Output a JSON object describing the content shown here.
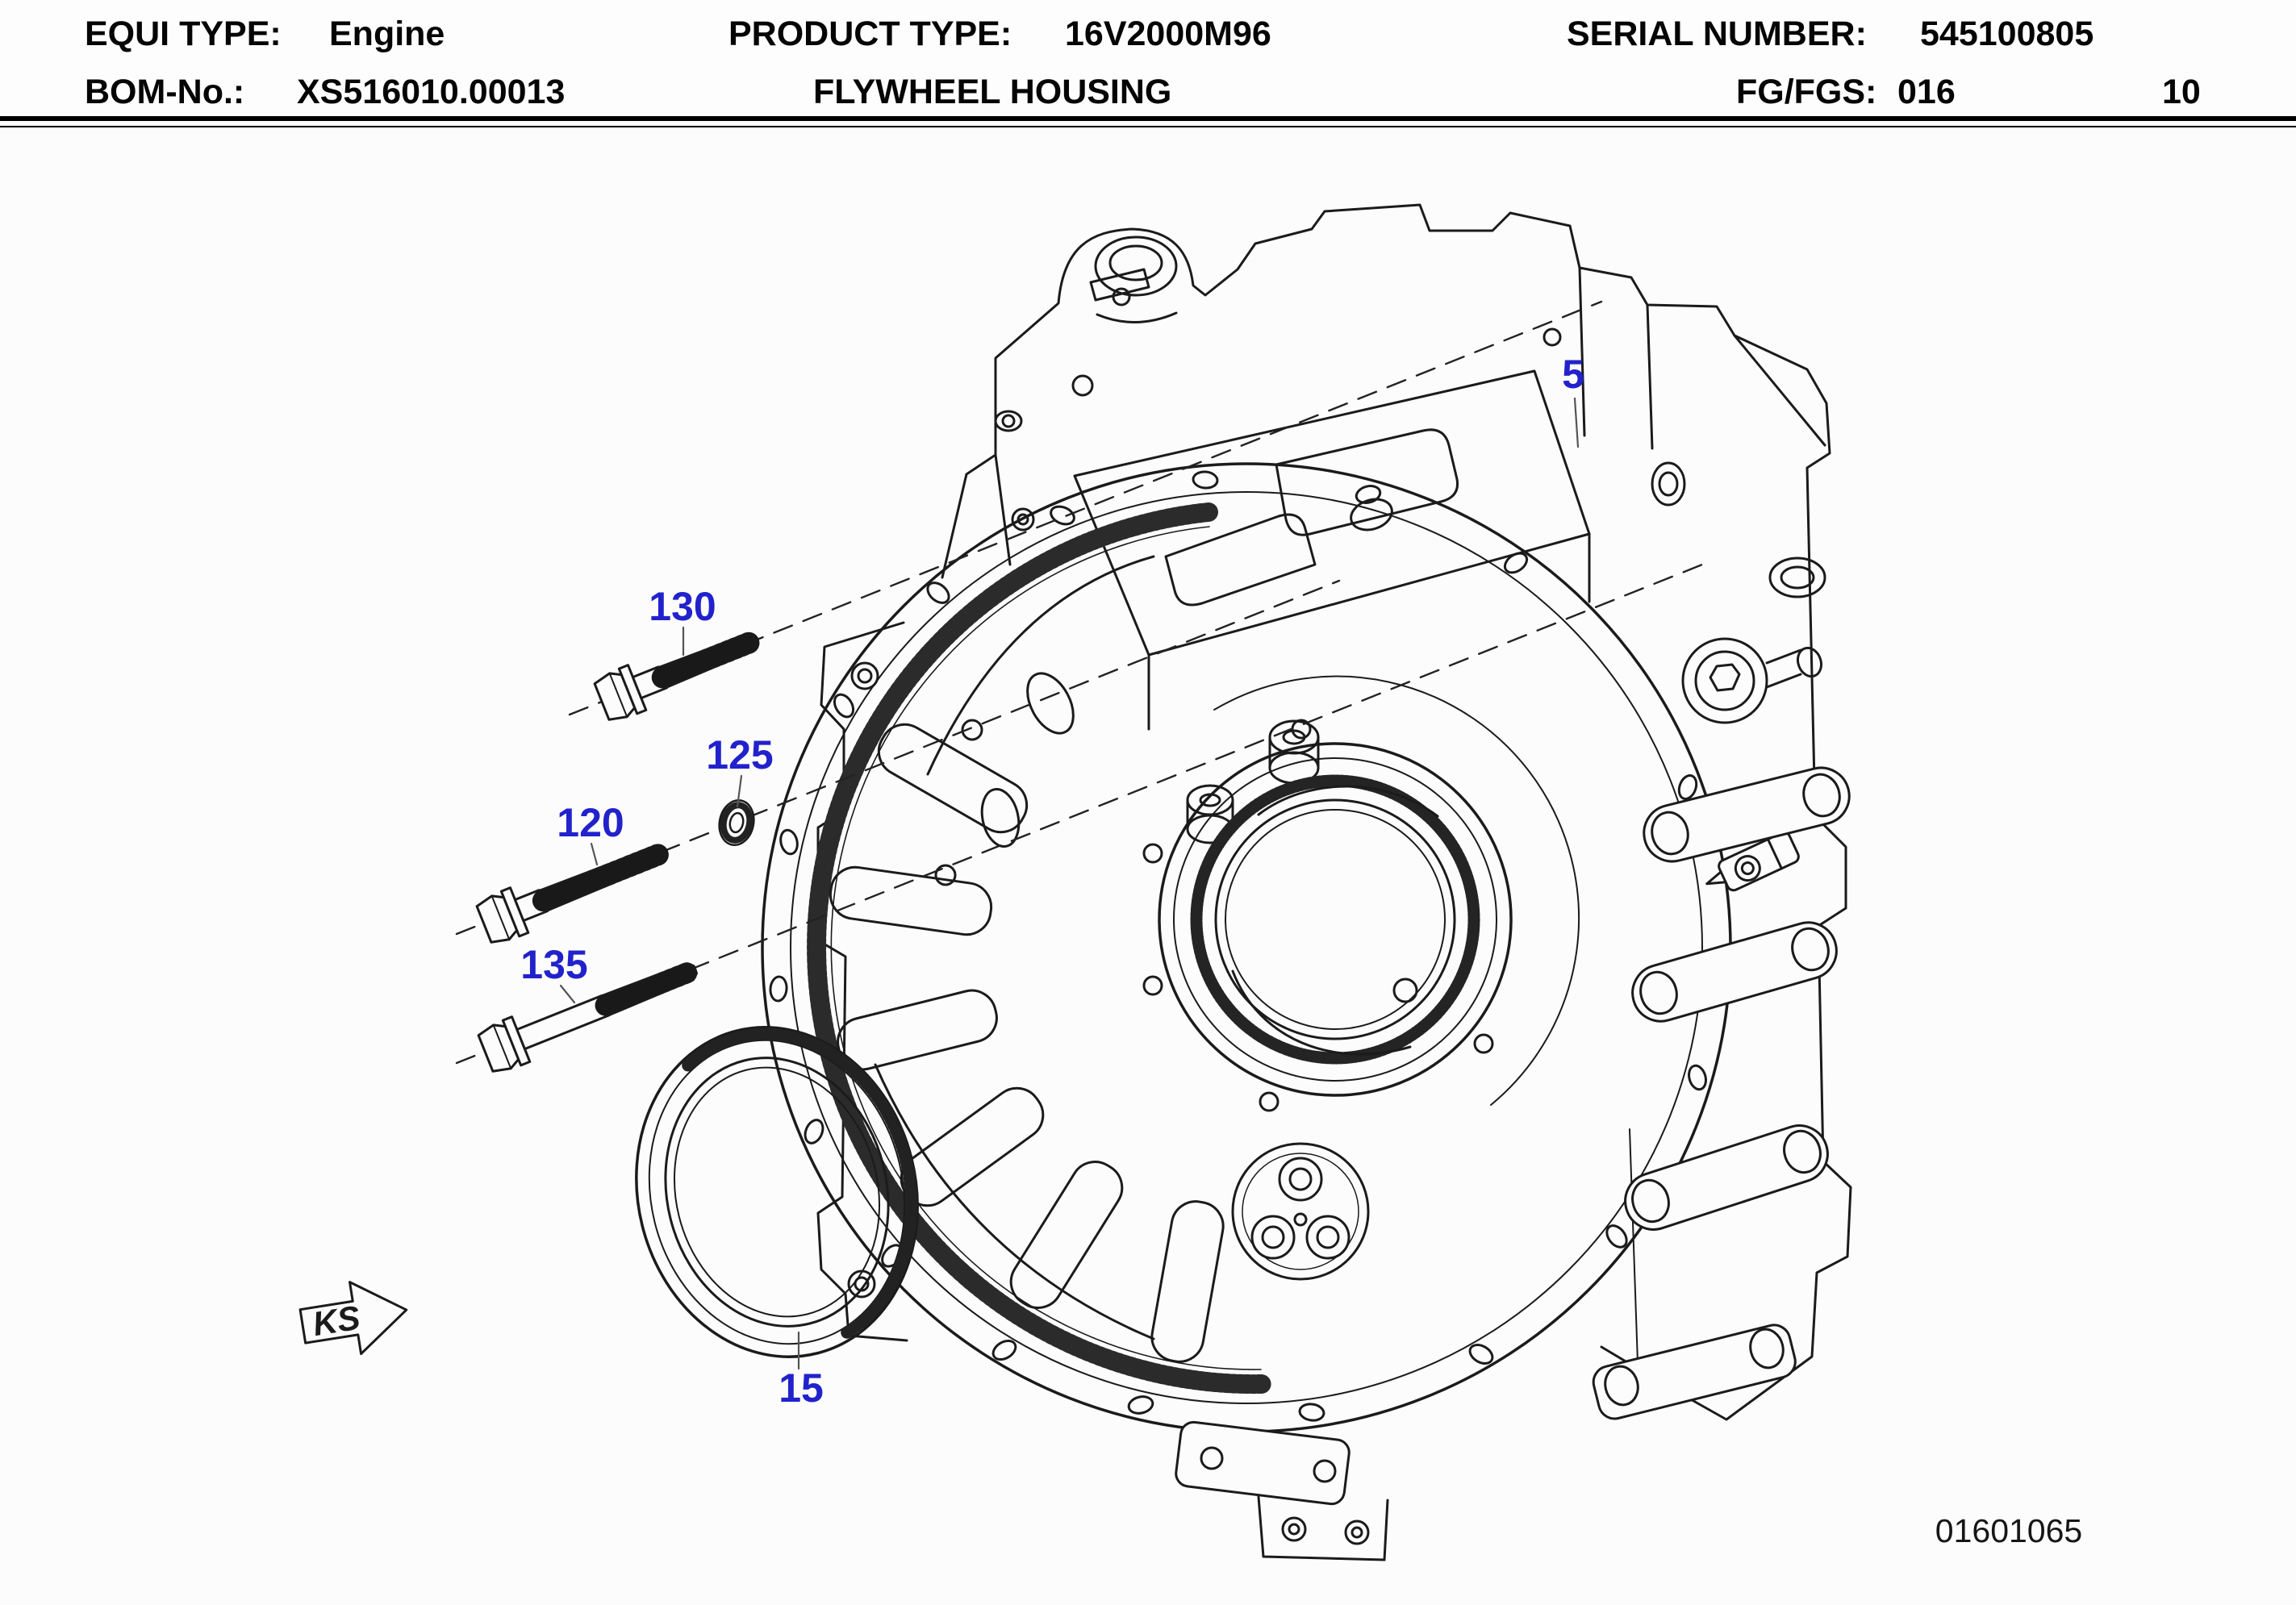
{
  "header": {
    "equi_type_label": "EQUI TYPE:",
    "equi_type_value": "Engine",
    "product_type_label": "PRODUCT TYPE:",
    "product_type_value": "16V2000M96",
    "serial_number_label": "SERIAL NUMBER:",
    "serial_number_value": "545100805",
    "bom_label": "BOM-No.:",
    "bom_value": "XS516010.00013",
    "sheet_title": "FLYWHEEL HOUSING",
    "fg_fgs_label": "FG/FGS:",
    "fg_fgs_value": "016",
    "page_number": "10"
  },
  "diagram": {
    "callouts": [
      {
        "id": "5"
      },
      {
        "id": "130"
      },
      {
        "id": "125"
      },
      {
        "id": "120"
      },
      {
        "id": "135"
      },
      {
        "id": "15"
      }
    ],
    "view_marker": "KS",
    "drawing_number": "01601065",
    "colors": {
      "callout": "#2222CC",
      "line": "#1b1b1b"
    }
  }
}
